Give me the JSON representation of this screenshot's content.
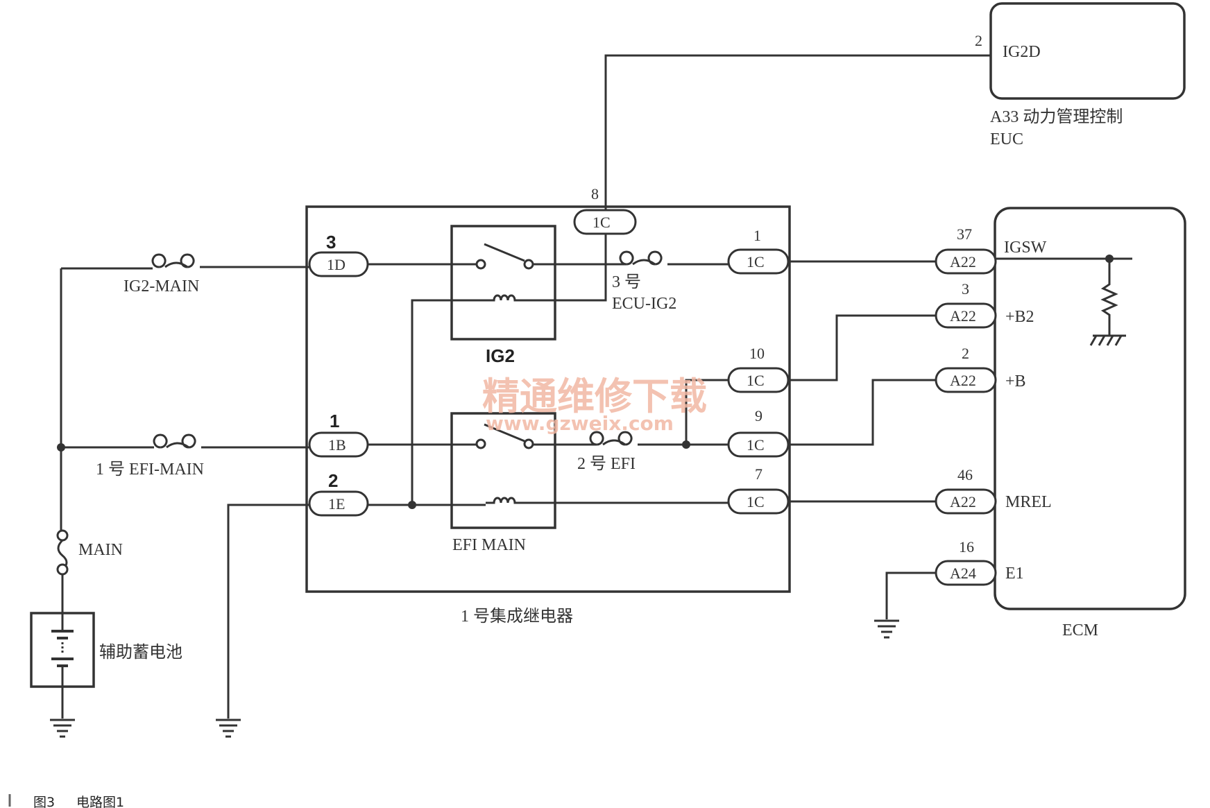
{
  "caption": {
    "figure": "图3",
    "title": "电路图1"
  },
  "watermark": {
    "line1": "精通维修下载",
    "line2": "www.gzweix.com"
  },
  "a33": {
    "pin_num": "2",
    "pin_label": "IG2D",
    "name_line1": "A33 动力管理控制",
    "name_line2": "EUC"
  },
  "relay_block": {
    "label": "1 号集成继电器",
    "ig2_label": "IG2",
    "efi_main_label": "EFI MAIN"
  },
  "relay_pins": {
    "top": {
      "num": "8",
      "conn": "1C"
    },
    "d3": {
      "num": "3",
      "conn": "1D"
    },
    "b1": {
      "num": "1",
      "conn": "1B"
    },
    "e2": {
      "num": "2",
      "conn": "1E"
    },
    "r1": {
      "num": "1",
      "conn": "1C"
    },
    "r10": {
      "num": "10",
      "conn": "1C"
    },
    "r9": {
      "num": "9",
      "conn": "1C"
    },
    "r7": {
      "num": "7",
      "conn": "1C"
    }
  },
  "fuses": {
    "ig2_main": "IG2-MAIN",
    "efi_main1": "1 号 EFI-MAIN",
    "ecu_ig2_a": "3 号",
    "ecu_ig2_b": "ECU-IG2",
    "efi2": "2 号 EFI",
    "main": "MAIN"
  },
  "battery": {
    "label": "辅助蓄电池"
  },
  "ecm": {
    "name": "ECM",
    "pins": [
      {
        "num": "37",
        "conn": "A22",
        "signal": "IGSW"
      },
      {
        "num": "3",
        "conn": "A22",
        "signal": "+B2"
      },
      {
        "num": "2",
        "conn": "A22",
        "signal": "+B"
      },
      {
        "num": "46",
        "conn": "A22",
        "signal": "MREL"
      },
      {
        "num": "16",
        "conn": "A24",
        "signal": "E1"
      }
    ]
  }
}
